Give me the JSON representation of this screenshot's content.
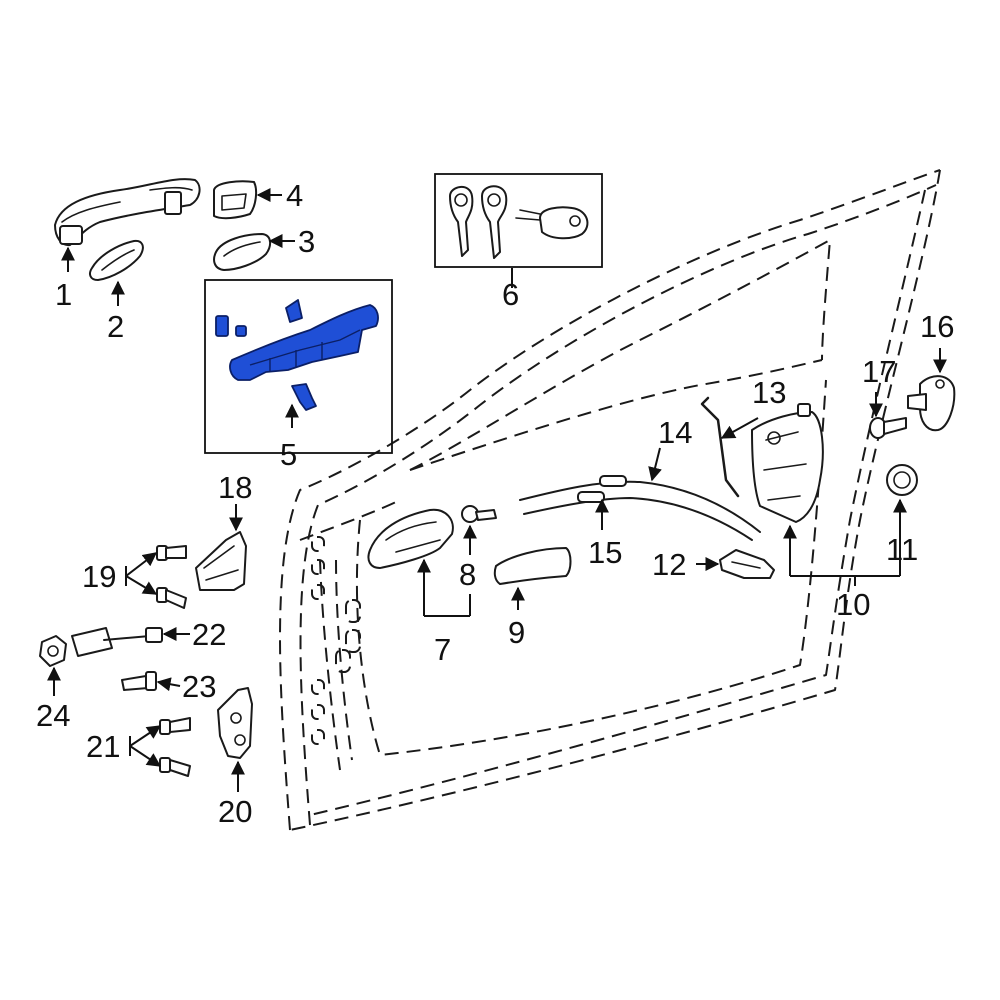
{
  "diagram": {
    "callouts": [
      "1",
      "2",
      "3",
      "4",
      "5",
      "6",
      "7",
      "8",
      "9",
      "10",
      "11",
      "12",
      "13",
      "14",
      "15",
      "16",
      "17",
      "18",
      "19",
      "20",
      "21",
      "22",
      "23",
      "24"
    ],
    "highlight_color": "#1f4fd6",
    "line_color": "#1a1a1a",
    "background": "#ffffff"
  }
}
